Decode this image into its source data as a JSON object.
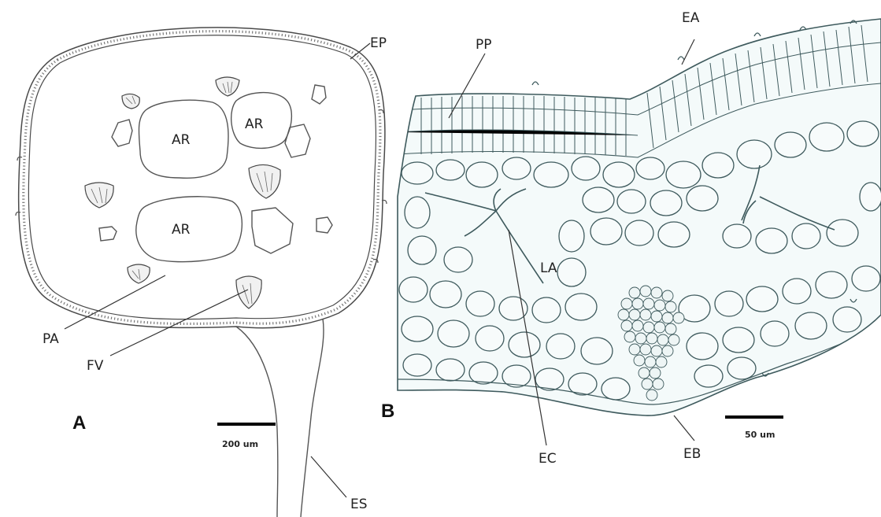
{
  "panel_a": {
    "letter": "A",
    "labels": {
      "ep": "EP",
      "ar1": "AR",
      "ar2": "AR",
      "ar3": "AR",
      "pa": "PA",
      "fv": "FV",
      "es": "ES"
    },
    "scale_bar": "200 um"
  },
  "panel_b": {
    "letter": "B",
    "labels": {
      "pp": "PP",
      "ea": "EA",
      "la": "LA",
      "ec": "EC",
      "eb": "EB"
    },
    "scale_bar": "50 um"
  }
}
